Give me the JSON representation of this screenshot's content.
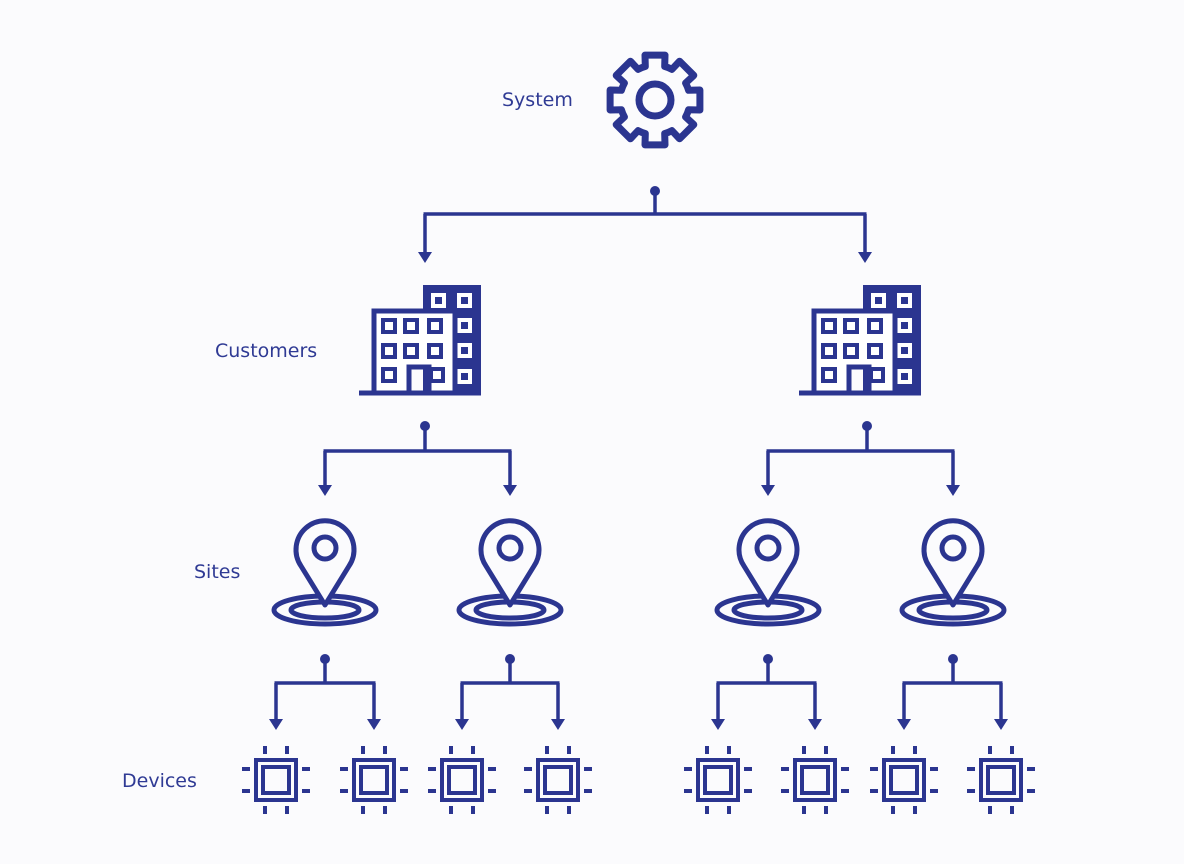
{
  "colors": {
    "primary": "#2b3590",
    "background": "#fbfbfd"
  },
  "levels": [
    {
      "key": "system",
      "label": "System",
      "icon": "gear-icon"
    },
    {
      "key": "customers",
      "label": "Customers",
      "icon": "building-icon"
    },
    {
      "key": "sites",
      "label": "Sites",
      "icon": "location-pin-icon"
    },
    {
      "key": "devices",
      "label": "Devices",
      "icon": "chip-icon"
    }
  ],
  "tree": {
    "id": "system",
    "children": [
      {
        "id": "customer-1",
        "children": [
          {
            "id": "site-1",
            "children": [
              {
                "id": "device-1"
              },
              {
                "id": "device-2"
              }
            ]
          },
          {
            "id": "site-2",
            "children": [
              {
                "id": "device-3"
              },
              {
                "id": "device-4"
              }
            ]
          }
        ]
      },
      {
        "id": "customer-2",
        "children": [
          {
            "id": "site-3",
            "children": [
              {
                "id": "device-5"
              },
              {
                "id": "device-6"
              }
            ]
          },
          {
            "id": "site-4",
            "children": [
              {
                "id": "device-7"
              },
              {
                "id": "device-8"
              }
            ]
          }
        ]
      }
    ]
  }
}
